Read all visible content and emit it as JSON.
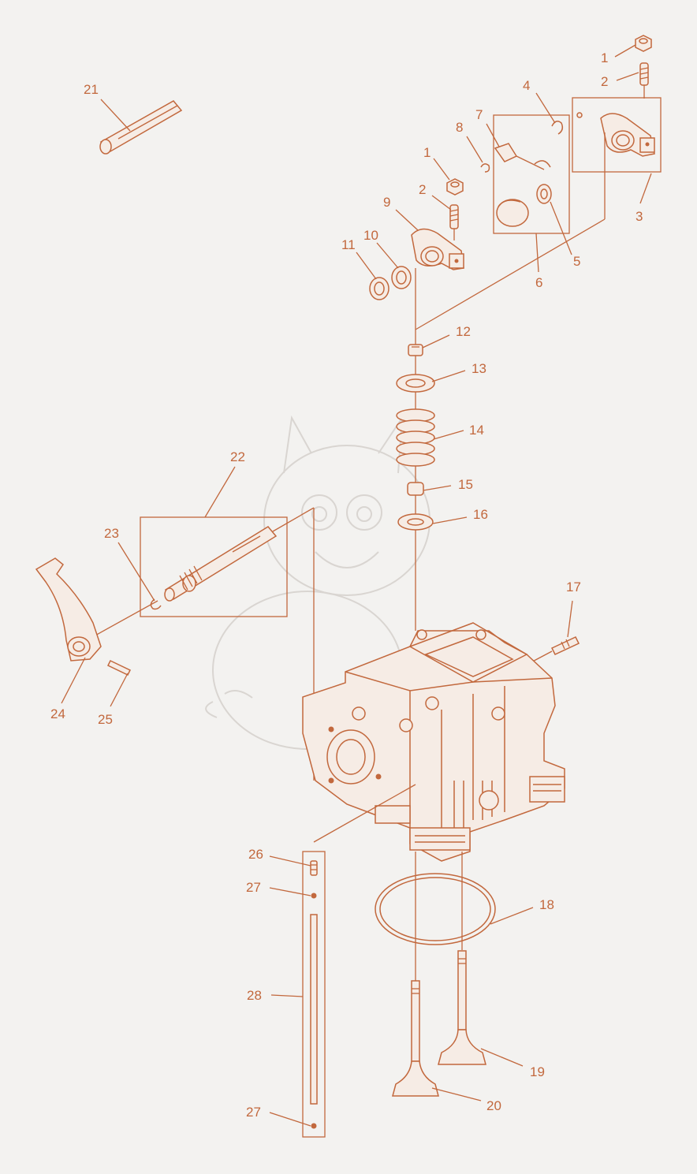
{
  "diagram": {
    "type": "exploded-parts-diagram",
    "line_color": "#c2683d",
    "background": "#f3f2f0",
    "callouts": [
      {
        "id": "c1a",
        "text": "1"
      },
      {
        "id": "c2a",
        "text": "2"
      },
      {
        "id": "c3",
        "text": "3"
      },
      {
        "id": "c4",
        "text": "4"
      },
      {
        "id": "c5",
        "text": "5"
      },
      {
        "id": "c6",
        "text": "6"
      },
      {
        "id": "c7",
        "text": "7"
      },
      {
        "id": "c8",
        "text": "8"
      },
      {
        "id": "c1b",
        "text": "1"
      },
      {
        "id": "c2b",
        "text": "2"
      },
      {
        "id": "c9",
        "text": "9"
      },
      {
        "id": "c10",
        "text": "10"
      },
      {
        "id": "c11",
        "text": "11"
      },
      {
        "id": "c12",
        "text": "12"
      },
      {
        "id": "c13",
        "text": "13"
      },
      {
        "id": "c14",
        "text": "14"
      },
      {
        "id": "c15",
        "text": "15"
      },
      {
        "id": "c16",
        "text": "16"
      },
      {
        "id": "c17",
        "text": "17"
      },
      {
        "id": "c18",
        "text": "18"
      },
      {
        "id": "c19",
        "text": "19"
      },
      {
        "id": "c20",
        "text": "20"
      },
      {
        "id": "c21",
        "text": "21"
      },
      {
        "id": "c22",
        "text": "22"
      },
      {
        "id": "c23",
        "text": "23"
      },
      {
        "id": "c24",
        "text": "24"
      },
      {
        "id": "c25",
        "text": "25"
      },
      {
        "id": "c26",
        "text": "26"
      },
      {
        "id": "c27a",
        "text": "27"
      },
      {
        "id": "c28",
        "text": "28"
      },
      {
        "id": "c27b",
        "text": "27"
      }
    ]
  }
}
